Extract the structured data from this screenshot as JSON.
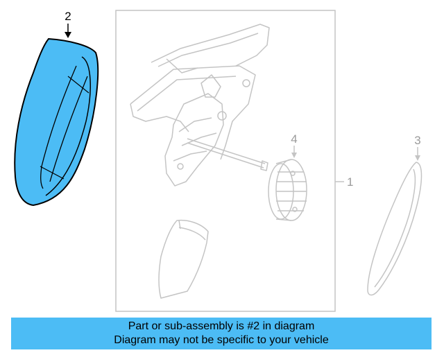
{
  "callouts": {
    "c1": "1",
    "c2": "2",
    "c3": "3",
    "c4": "4"
  },
  "highlighted_part": "2",
  "colors": {
    "highlight_fill": "#4cbcf5",
    "line_gray": "#c4c4c4",
    "text_gray": "#9a9a9a",
    "banner_bg": "#4cbcf5"
  },
  "banner": {
    "line1": "Part or sub-assembly is #2 in diagram",
    "line2": "Diagram may not be specific to your vehicle"
  }
}
